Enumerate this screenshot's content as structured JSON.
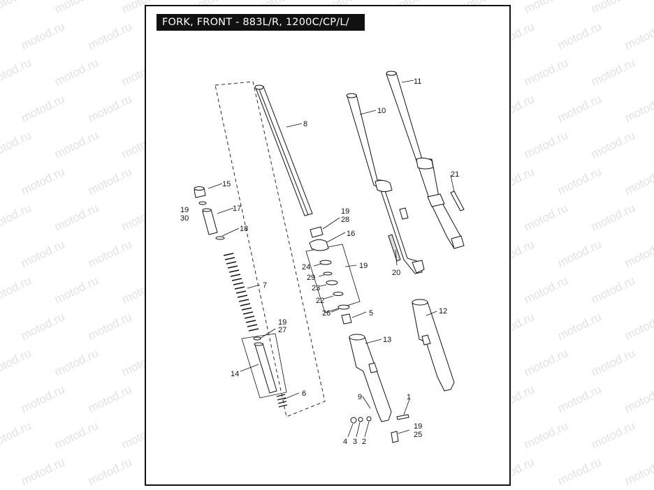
{
  "title": "FORK, FRONT - 883L/R, 1200C/CP/L/",
  "watermark": "motod.ru",
  "callouts": {
    "c1": "1",
    "c2": "2",
    "c3": "3",
    "c4": "4",
    "c5": "5",
    "c6": "6",
    "c7": "7",
    "c8": "8",
    "c9": "9",
    "c10": "10",
    "c11": "11",
    "c12": "12",
    "c13": "13",
    "c14": "14",
    "c15": "15",
    "c16": "16",
    "c17": "17",
    "c18": "18",
    "c19a": "19",
    "c30": "30",
    "c19b": "19",
    "c28": "28",
    "c19c": "19",
    "c24": "24",
    "c29": "29",
    "c23": "23",
    "c22": "22",
    "c26": "26",
    "c19d": "19",
    "c27": "27",
    "c20": "20",
    "c21": "21",
    "c19e": "19",
    "c25": "25"
  }
}
